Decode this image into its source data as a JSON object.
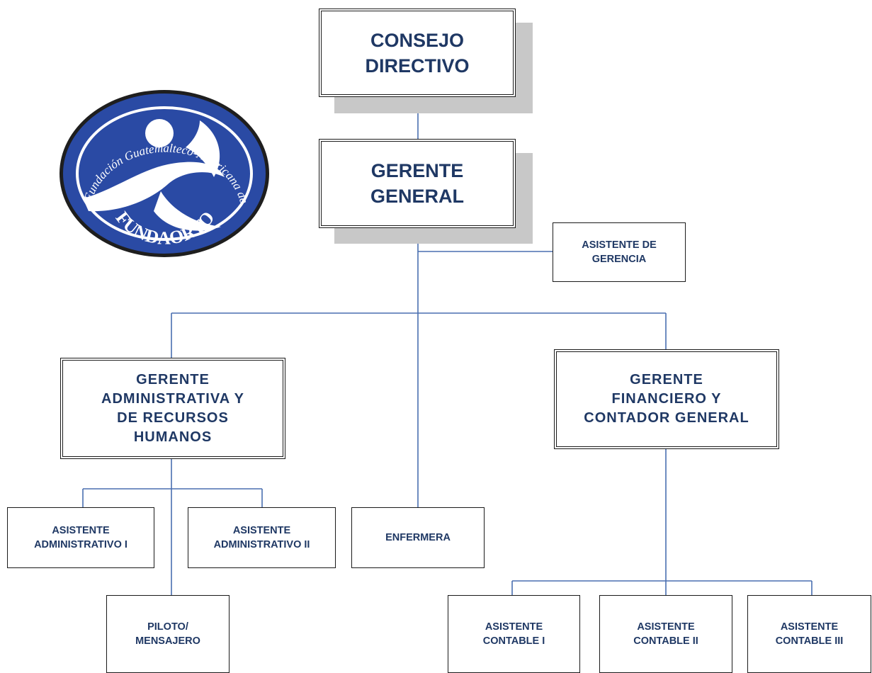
{
  "logo": {
    "arc_text": "Fundación Guatemalteco-Americana de Cirugía Ortopédica Avanzada",
    "name": "FUNDAORTO",
    "bg_color": "#2a4aa4"
  },
  "nodes": {
    "consejo": "CONSEJO\nDIRECTIVO",
    "gerente_general": "GERENTE\nGENERAL",
    "asistente_gerencia": "ASISTENTE DE\nGERENCIA",
    "gerente_administrativa": "GERENTE\nADMINISTRATIVA Y\nDE RECURSOS\nHUMANOS",
    "gerente_financiero": "GERENTE\nFINANCIERO Y\nCONTADOR GENERAL",
    "asistente_admin_1": "ASISTENTE\nADMINISTRATIVO I",
    "asistente_admin_2": "ASISTENTE\nADMINISTRATIVO II",
    "enfermera": "ENFERMERA",
    "piloto": "PILOTO/\nMENSAJERO",
    "asistente_contable_1": "ASISTENTE\nCONTABLE I",
    "asistente_contable_2": "ASISTENTE\nCONTABLE II",
    "asistente_contable_3": "ASISTENTE\nCONTABLE III"
  },
  "colors": {
    "line": "#4a6fb0",
    "text": "#1f3864",
    "shadow": "#c8c8c8"
  }
}
